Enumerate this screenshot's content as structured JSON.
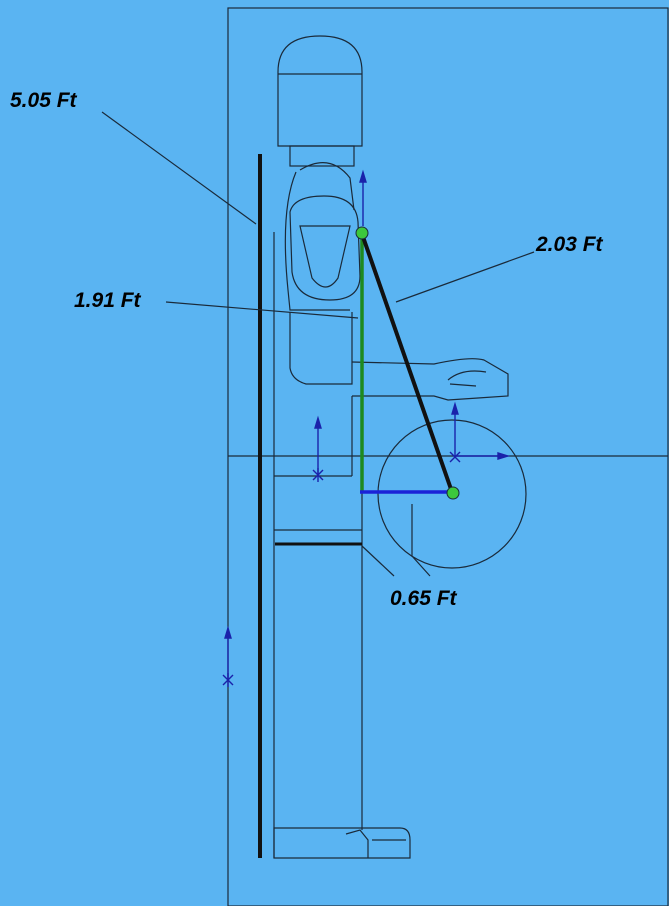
{
  "colors": {
    "background": "#5ab4f2",
    "outline": "#1a2a3a",
    "bold_line": "#111111",
    "green_line": "#1e8a1e",
    "blue_line": "#1a22d8",
    "axis_marker": "#1a22aa",
    "pivot": "#3cc83c"
  },
  "dimensions": {
    "total_height": "5.05 Ft",
    "upper_arm": "2.03 Ft",
    "vertical": "1.91 Ft",
    "horizontal": "0.65 Ft"
  },
  "icons": [
    "pivot-point-icon",
    "axis-marker-icon"
  ]
}
